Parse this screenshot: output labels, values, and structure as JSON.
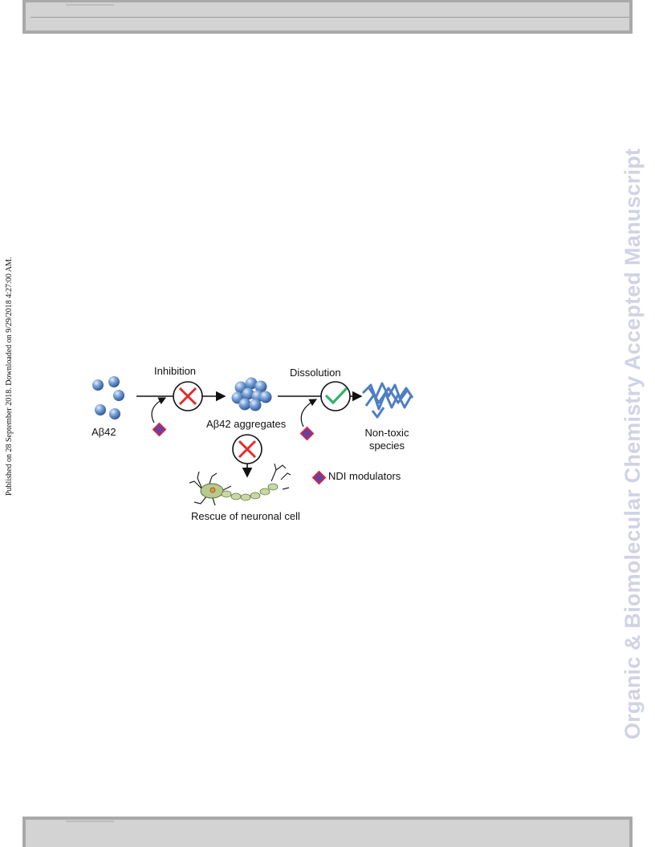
{
  "side_note": "Published on 28 September 2018. Downloaded on 9/29/2018 4:27:00 AM.",
  "watermark": "Organic & Biomolecular Chemistry Accepted Manuscript",
  "figure": {
    "labels": {
      "monomer": "Aβ42",
      "inhibition": "Inhibition",
      "aggregates": "Aβ42 aggregates",
      "dissolution": "Dissolution",
      "non_toxic_line1": "Non-toxic",
      "non_toxic_line2": "species",
      "legend": "NDI modulators",
      "rescue": "Rescue of neuronal cell"
    },
    "colors": {
      "sphere": "#5b86c2",
      "sphere_dark": "#2f5a97",
      "modulator_fill": "#6a3fa0",
      "modulator_border": "#e0263b",
      "cross": "#e32b2b",
      "check": "#2fb36a",
      "fibril": "#4e7fc3",
      "neuron": "#b8c98e"
    },
    "icons": [
      "monomer-sphere-icon",
      "cross-icon",
      "check-icon",
      "diamond-icon",
      "neuron-icon",
      "fibril-icon"
    ]
  }
}
